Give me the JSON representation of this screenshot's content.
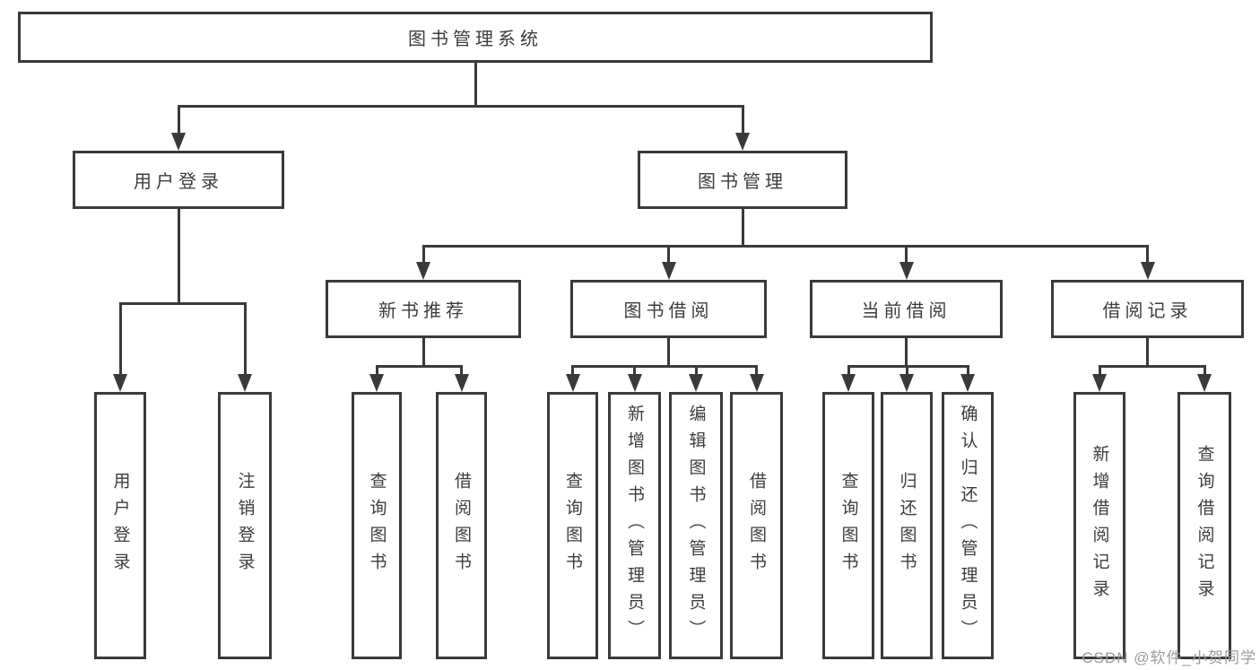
{
  "diagram": {
    "root": "图书管理系统",
    "branches": [
      {
        "label": "用户登录",
        "children": [
          "用户登录",
          "注销登录"
        ]
      },
      {
        "label": "图书管理",
        "groups": [
          {
            "label": "新书推荐",
            "children": [
              "查询图书",
              "借阅图书"
            ]
          },
          {
            "label": "图书借阅",
            "children": [
              "查询图书",
              "新增图书（管理员）",
              "编辑图书（管理员）",
              "借阅图书"
            ]
          },
          {
            "label": "当前借阅",
            "children": [
              "查询图书",
              "归还图书",
              "确认归还（管理员）"
            ]
          },
          {
            "label": "借阅记录",
            "children": [
              "新增借阅记录",
              "查询借阅记录"
            ]
          }
        ]
      }
    ]
  },
  "watermark": "CSDN @软件_小贺同学",
  "colors": {
    "line": "#3a3a3a",
    "text": "#3c3c3c",
    "watermark": "#979ca3",
    "background": "#ffffff"
  }
}
